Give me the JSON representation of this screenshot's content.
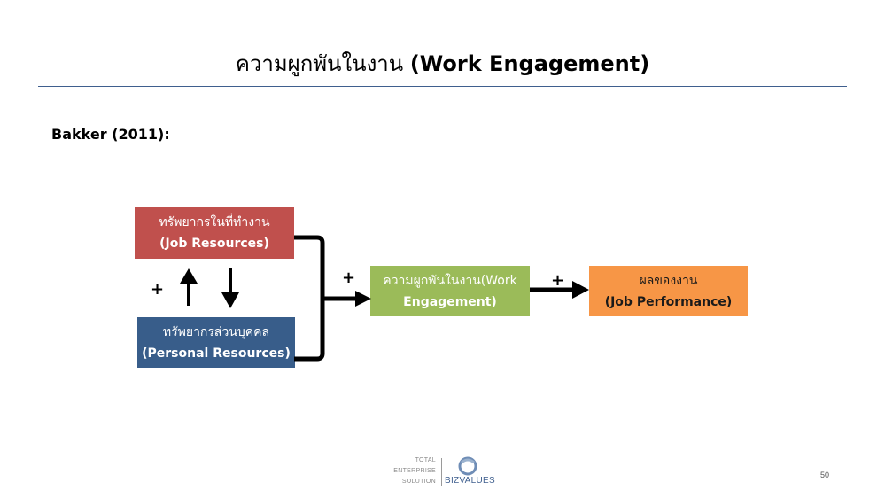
{
  "title": {
    "thai": "ความผูกพันในงาน",
    "english": "(Work Engagement)"
  },
  "author": "Bakker (2011):",
  "boxes": {
    "job_resources": {
      "thai": "ทรัพยากรในที่ทำงาน",
      "english": "(Job Resources)",
      "color": "#c0504d"
    },
    "personal_resources": {
      "thai": "ทรัพยากรส่วนบุคคล",
      "english": "(Personal Resources)",
      "color": "#385d8a"
    },
    "work_engagement": {
      "line1": "ความผูกพันในงาน(Work",
      "line2": "Engagement)",
      "color": "#9bbb59"
    },
    "job_performance": {
      "thai": "ผลของงาน",
      "english": "(Job Performance)",
      "color": "#f79646"
    }
  },
  "signs": {
    "left": "+",
    "bracket": "+",
    "right": "+"
  },
  "footer": {
    "line1": "TOTAL",
    "line2": "ENTERPRISE",
    "line3": "SOLUTION",
    "brand": "BIZVALUES",
    "page_number": "50"
  }
}
